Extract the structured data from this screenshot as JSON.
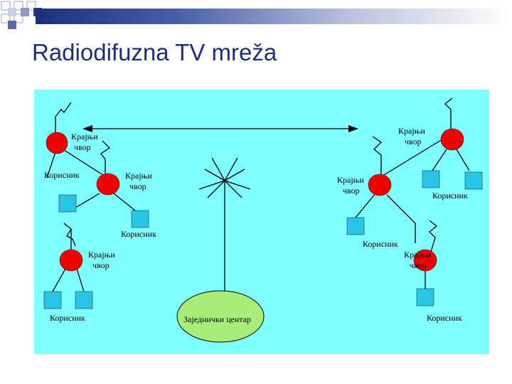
{
  "slide": {
    "title": "Radiodifuzna TV mreža"
  },
  "labels": {
    "node_left_top_line1": "Крајњи",
    "node_left_top_line2": "чвор",
    "user_left_top": "Корисник",
    "node_left_mid_line1": "Крајњи",
    "node_left_mid_line2": "чвор",
    "user_left_mid": "Корисник",
    "node_left_bottom_line1": "Крајњи",
    "node_left_bottom_line2": "чвор",
    "user_left_bottom": "Корисник",
    "node_right_top_line1": "Крајњи",
    "node_right_top_line2": "чвор",
    "user_right_top": "Корисник",
    "node_right_mid_line1": "Крајњи",
    "node_right_mid_line2": "чвор",
    "user_right_mid": "Корисник",
    "node_right_bottom_line1": "Крајњи",
    "node_right_bottom_line2": "чвор",
    "user_right_bottom": "Корисник",
    "center": "Заједнички центар"
  },
  "colors": {
    "panel": "#7fffff",
    "node": "#ee0000",
    "user": "#29c5e6",
    "center": "#a8ec7a",
    "title": "#1b2f7a"
  }
}
